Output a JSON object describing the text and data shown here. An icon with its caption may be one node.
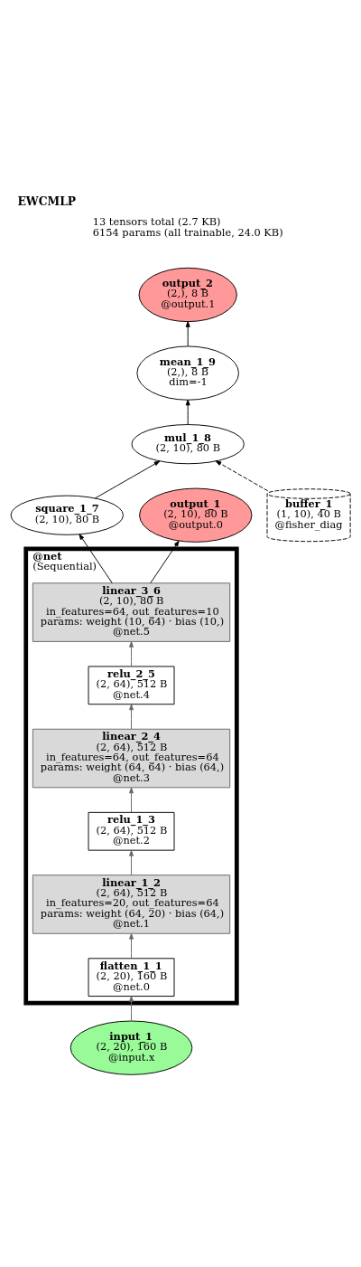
{
  "diagram": {
    "title": "EWCMLP",
    "nodes": [
      {
        "text": [
          "output_2",
          "(2,), 8 B",
          "@output.1"
        ]
      },
      {
        "text": [
          "mean_1_9",
          "(2,), 8 B",
          "dim=-1"
        ]
      },
      {
        "text": [
          "mul_1_8",
          "(2, 10), 80 B"
        ]
      },
      {
        "text": [
          "square_1_7",
          "(2, 10), 80 B"
        ]
      },
      {
        "text": [
          "output_1",
          "(2, 10), 80 B",
          "@output.0"
        ]
      },
      {
        "text": [
          "buffer_1",
          "(1, 10), 40 B",
          "@fisher_diag"
        ]
      },
      {
        "text": [
          "@net",
          "(Sequential)"
        ]
      },
      {
        "text": [
          "linear_3_6",
          "(2, 10), 80 B",
          "in_features=64, out_features=10",
          "params: weight (10, 64) · bias (10,)",
          "@net.5"
        ],
        "in": 6
      },
      {
        "text": [
          "relu_2_5",
          "(2, 64), 512 B",
          "@net.4"
        ],
        "in": 6
      },
      {
        "text": [
          "linear_2_4",
          "(2, 64), 512 B",
          "in_features=64, out_features=64",
          "params: weight (64, 64) · bias (64,)",
          "@net.3"
        ],
        "in": 6
      },
      {
        "text": [
          "relu_1_3",
          "(2, 64), 512 B",
          "@net.2"
        ],
        "in": 6
      },
      {
        "text": [
          "linear_1_2",
          "(2, 64), 512 B",
          "in_features=20, out_features=64",
          "params: weight (64, 20) · bias (64,)",
          "@net.1"
        ],
        "in": 6
      },
      {
        "text": [
          "flatten_1_1",
          "(2, 20), 160 B",
          "@net.0"
        ],
        "in": 6
      },
      {
        "text": [
          "input_1",
          "(2, 20), 160 B",
          "@input.x"
        ]
      }
    ],
    "edges": [
      {
        "from": 13,
        "to": 12,
        "arrow": "to",
        "color": "#666666"
      },
      {
        "from": 12,
        "to": 11,
        "arrow": "to",
        "color": "#666666"
      },
      {
        "from": 11,
        "to": 10,
        "arrow": "to",
        "color": "#666666"
      },
      {
        "from": 10,
        "to": 9,
        "arrow": "to",
        "color": "#666666"
      },
      {
        "from": 9,
        "to": 8,
        "arrow": "to",
        "color": "#666666"
      },
      {
        "from": 8,
        "to": 7,
        "arrow": "to",
        "color": "#666666"
      },
      {
        "from": 7,
        "to": 3,
        "arrow": "to",
        "color": "#000000"
      },
      {
        "from": 7,
        "to": 4,
        "arrow": "to",
        "color": "#000000"
      },
      {
        "from": 3,
        "to": 2,
        "arrow": "to",
        "color": "#000000"
      },
      {
        "from": 5,
        "to": 2,
        "arrow": "to",
        "style": "dashed",
        "color": "#000000"
      },
      {
        "from": 2,
        "to": 1,
        "arrow": "to",
        "color": "#000000"
      },
      {
        "from": 1,
        "to": 0,
        "arrow": "to",
        "color": "#000000"
      }
    ],
    "labels": [
      "13 tensors total (2.7 KB)",
      "6154 params (all trainable, 24.0 KB)"
    ]
  }
}
